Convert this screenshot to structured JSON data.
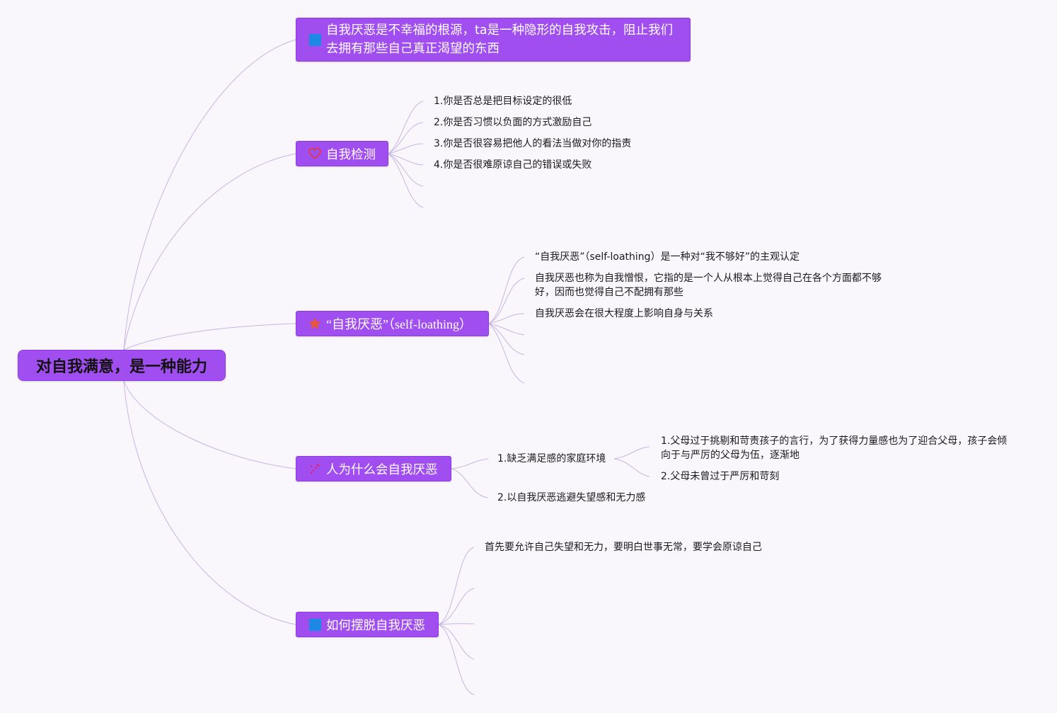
{
  "root": {
    "title": "对自我满意，是一种能力"
  },
  "branches": [
    {
      "label": "自我厌恶是不幸福的根源，ta是一种隐形的自我攻击，阻止我们去拥有那些自己真正渴望的东西",
      "icon": "blue-square-icon"
    },
    {
      "label": "自我检测",
      "icon": "heart-outline-icon",
      "children": [
        "1.你是否总是把目标设定的很低",
        "2.你是否习惯以负面的方式激励自己",
        "3.你是否很容易把他人的看法当做对你的指责",
        "4.你是否很难原谅自己的错误或失败"
      ]
    },
    {
      "label": "“自我厌恶”（self-loathing）",
      "icon": "star-icon",
      "children": [
        "“自我厌恶”（self-loathing）是一种对“我不够好”的主观认定",
        "自我厌恶也称为自我憎恨，它指的是一个人从根本上觉得自己在各个方面都不够好，因而也觉得自己不配拥有那些",
        "自我厌恶会在很大程度上影响自身与关系"
      ]
    },
    {
      "label": "人为什么会自我厌恶",
      "icon": "sparkle-icon",
      "children": [
        {
          "label": "1.缺乏满足感的家庭环境",
          "children": [
            "1.父母过于挑剔和苛责孩子的言行，为了获得力量感也为了迎合父母，孩子会倾向于与严厉的父母为伍，逐渐地",
            "2.父母未曾过于严厉和苛刻"
          ]
        },
        {
          "label": "2.以自我厌恶逃避失望感和无力感"
        }
      ]
    },
    {
      "label": "如何摆脱自我厌恶",
      "icon": "blue-square-icon",
      "children": [
        "首先要允许自己失望和无力，要明白世事无常，要学会原谅自己"
      ]
    }
  ],
  "colors": {
    "branch_fill": "#a14ef0",
    "connector": "#c9b3e6",
    "icon_blue": "#1e88e5",
    "icon_red": "#e53935",
    "icon_star": "#e8553a",
    "icon_sparkle": "#e91e63"
  }
}
